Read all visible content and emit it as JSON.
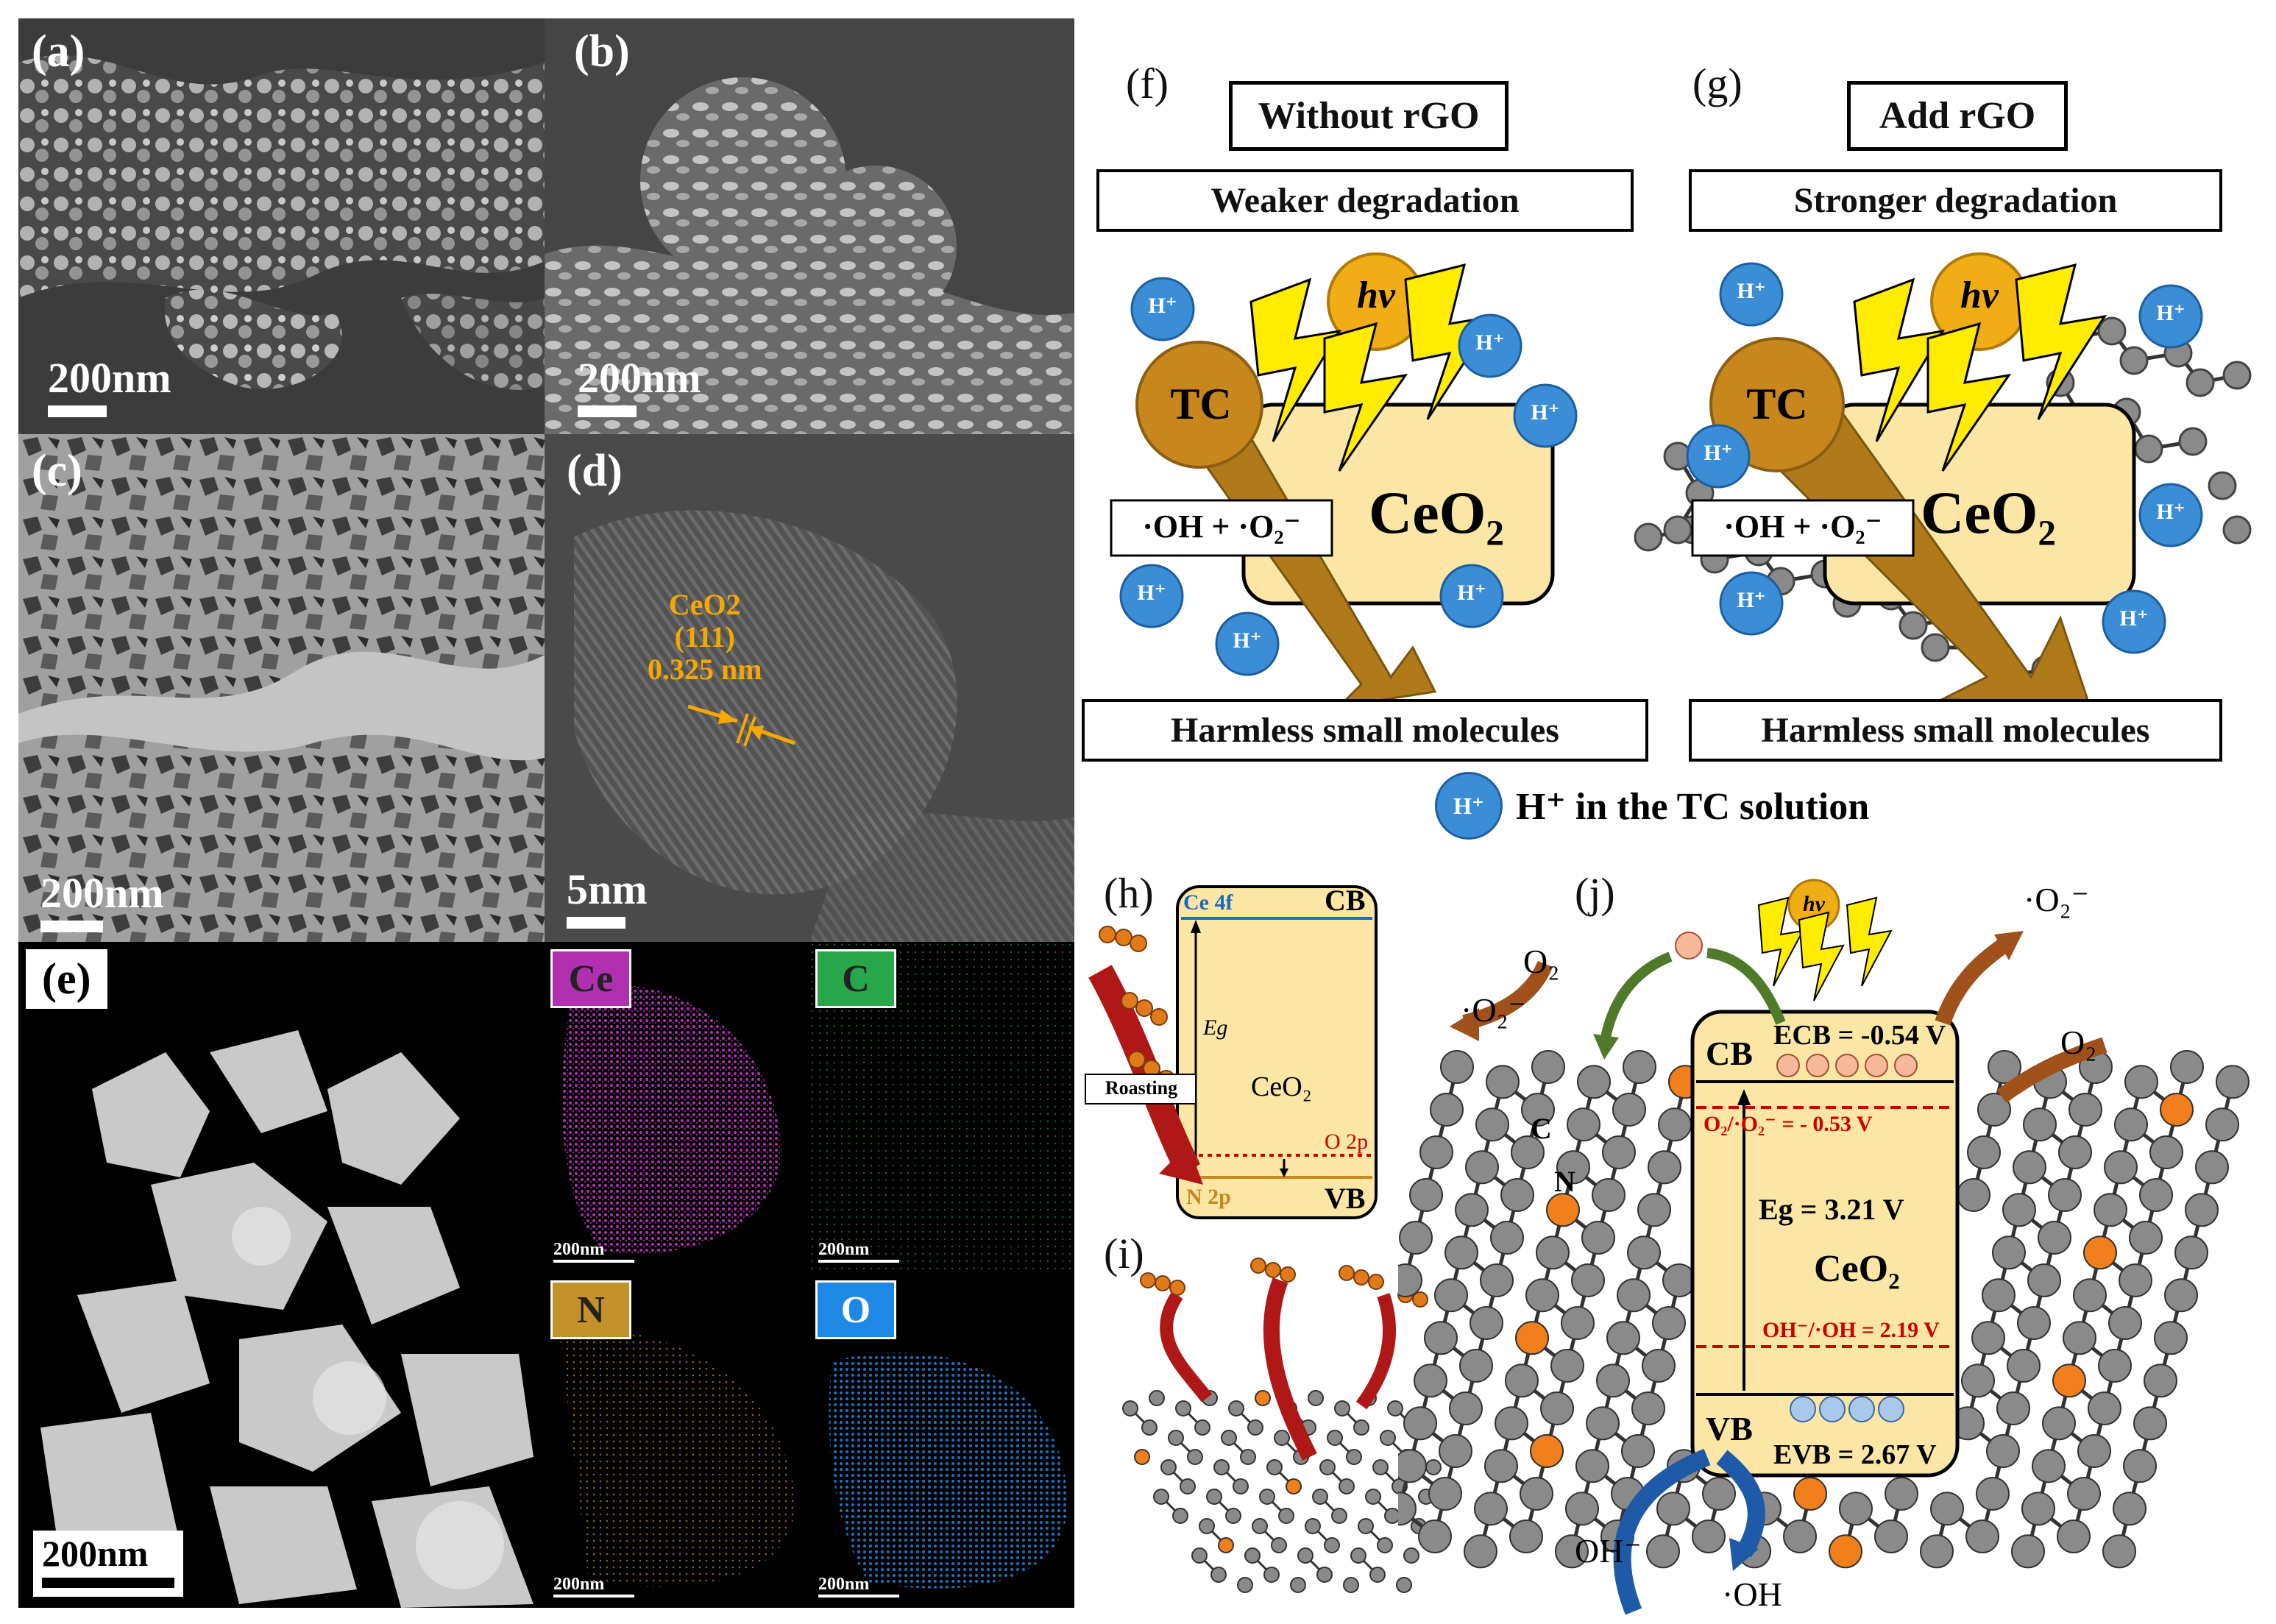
{
  "panels": {
    "a": "(a)",
    "b": "(b)",
    "c": "(c)",
    "d": "(d)",
    "e": "(e)",
    "f": "(f)",
    "g": "(g)",
    "h": "(h)",
    "i": "(i)",
    "j": "(j)"
  },
  "scalebars": {
    "a": "200nm",
    "b": "200nm",
    "c": "200nm",
    "d": "5nm",
    "e": "200nm",
    "ce": "200nm",
    "c_map": "200nm",
    "n": "200nm",
    "o": "200nm"
  },
  "hrtem": {
    "phase": "CeO2",
    "plane": "(111)",
    "dspacing": "0.325 nm"
  },
  "eds": {
    "ce": "Ce",
    "c": "C",
    "n": "N",
    "o": "O"
  },
  "mechanism": {
    "f_title": "Without rGO",
    "g_title": "Add rGO",
    "f_sub": "Weaker degradation",
    "g_sub": "Stronger degradation",
    "bottom": "Harmless small molecules",
    "radicals": "·OH + ·O₂⁻",
    "catalyst": "CeO₂",
    "tc": "TC",
    "hv": "hv",
    "hplus": "H⁺",
    "legend": "H⁺ in the TC solution"
  },
  "band_h": {
    "cb": "CB",
    "vb": "VB",
    "ce4f": "Ce 4f",
    "o2p": "O 2p",
    "n2p": "N 2p",
    "eg": "Eg",
    "ceo2": "CeO₂",
    "roasting": "Roasting"
  },
  "band_j": {
    "cb": "CB",
    "vb": "VB",
    "ecb": "ECB = -0.54 V",
    "o2_level": "O₂/·O₂⁻ = - 0.53 V",
    "eg": "Eg = 3.21 V",
    "ceo2": "CeO₂",
    "oh_level": "OH⁻/·OH = 2.19 V",
    "evb": "EVB = 2.67 V",
    "o2": "O₂",
    "o2rad": "·O₂⁻",
    "oh_minus": "OH⁻",
    "oh_rad": "·OH",
    "c": "C",
    "n": "N",
    "e": "e⁻",
    "h": "h⁺",
    "hv": "hv"
  },
  "colors": {
    "ceo2_box": "#fbe6a6",
    "tc": "#c8871d",
    "hv": "#f1ad16",
    "hplus": "#3b8ed6",
    "lightning": "#ffec00",
    "ce_map": "#b030b0",
    "c_map": "#27a64a",
    "n_map": "#c4922a",
    "o_map": "#1e88e5",
    "d_label": "#f6a800"
  }
}
